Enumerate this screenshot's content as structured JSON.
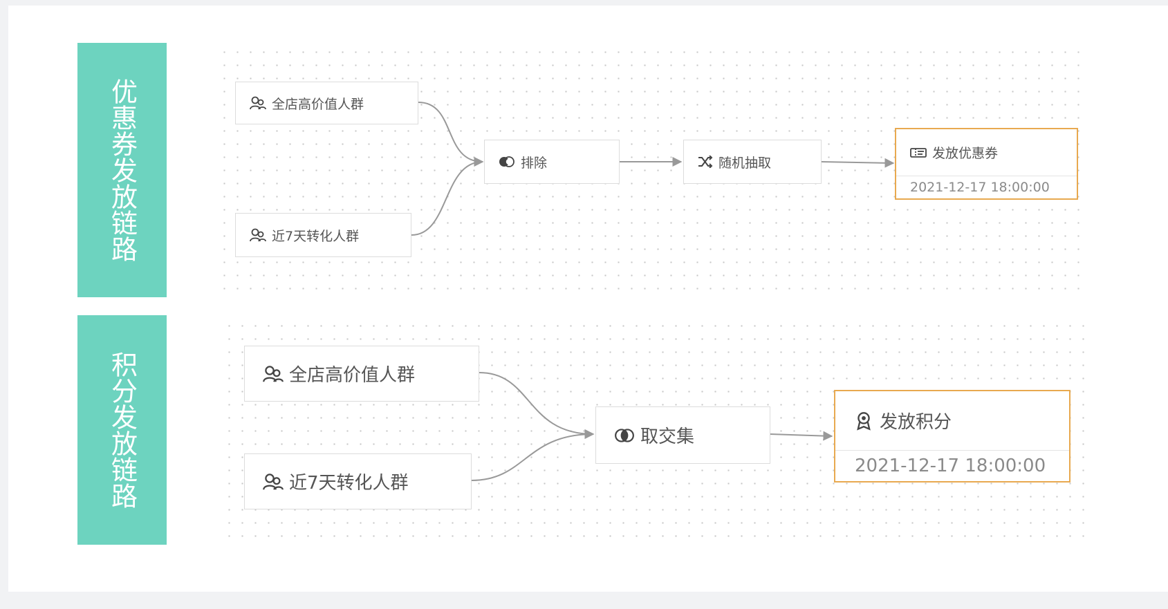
{
  "flows": {
    "coupon": {
      "title": "优惠券发放链路",
      "sources": [
        {
          "label": "全店高价值人群",
          "icon": "user-group-icon"
        },
        {
          "label": "近7天转化人群",
          "icon": "user-group-icon"
        }
      ],
      "operator": {
        "label": "排除",
        "icon": "exclude-icon"
      },
      "sampler": {
        "label": "随机抽取",
        "icon": "shuffle-icon"
      },
      "action": {
        "label": "发放优惠券",
        "icon": "coupon-icon",
        "time": "2021-12-17 18:00:00"
      }
    },
    "points": {
      "title": "积分发放链路",
      "sources": [
        {
          "label": "全店高价值人群",
          "icon": "user-group-icon"
        },
        {
          "label": "近7天转化人群",
          "icon": "user-group-icon"
        }
      ],
      "operator": {
        "label": "取交集",
        "icon": "intersect-icon"
      },
      "action": {
        "label": "发放积分",
        "icon": "award-icon",
        "time": "2021-12-17 18:00:00"
      }
    }
  },
  "colors": {
    "label_bg": "#6dd3bf",
    "highlight_border": "#e8a94f",
    "edge": "#999999"
  }
}
